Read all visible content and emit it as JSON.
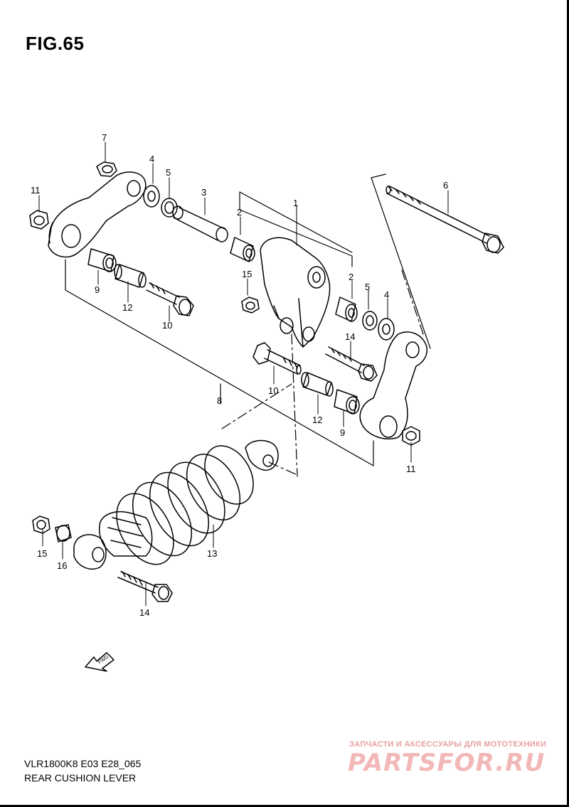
{
  "figure": {
    "title": "FIG.65"
  },
  "callouts": {
    "c1": "1",
    "c2a": "2",
    "c2b": "2",
    "c3": "3",
    "c4a": "4",
    "c4b": "4",
    "c5a": "5",
    "c5b": "5",
    "c6": "6",
    "c7": "7",
    "c8": "8",
    "c9a": "9",
    "c9b": "9",
    "c10a": "10",
    "c10b": "10",
    "c11a": "11",
    "c11b": "11",
    "c12a": "12",
    "c12b": "12",
    "c13": "13",
    "c14a": "14",
    "c14b": "14",
    "c15a": "15",
    "c15b": "15",
    "c16": "16"
  },
  "fwd_arrow": {
    "label": "FWD"
  },
  "footer": {
    "model_code": "VLR1800K8 E03 E28_065",
    "section_name": "REAR CUSHION LEVER"
  },
  "watermark": {
    "caption": "ЗАПЧАСТИ И АКСЕССУАРЫ ДЛЯ МОТОТЕХНИКИ",
    "brand": "PARTSFOR.RU"
  },
  "colors": {
    "line": "#000000",
    "watermark": "#f2b8b8",
    "background": "#ffffff"
  }
}
